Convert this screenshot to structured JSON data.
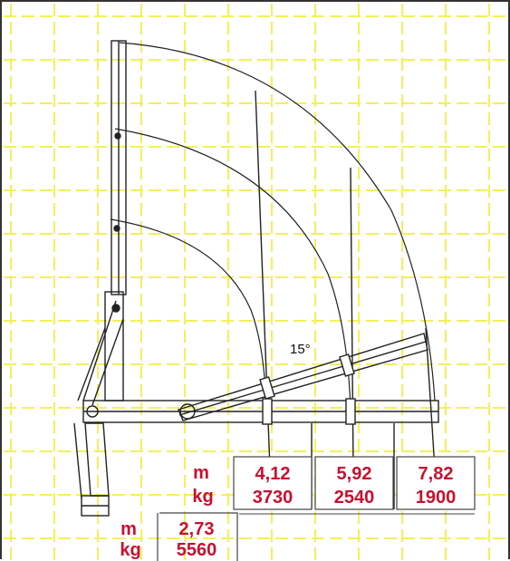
{
  "diagram": {
    "angle_label": "15°",
    "units": {
      "distance": "m",
      "load": "kg"
    },
    "load_chart": [
      {
        "reach": "4,12",
        "load": "3730"
      },
      {
        "reach": "5,92",
        "load": "2540"
      },
      {
        "reach": "7,82",
        "load": "1900"
      }
    ],
    "base_point": {
      "reach": "2,73",
      "load": "5560"
    },
    "colors": {
      "grid": "#f3f05a",
      "ink": "#222222",
      "label": "#c8102e",
      "box_border": "#444444"
    }
  }
}
